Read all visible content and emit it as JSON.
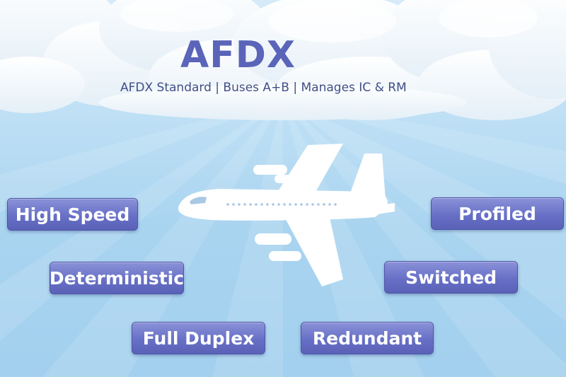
{
  "header": {
    "title": "AFDX",
    "subtitle": "AFDX Standard  |  Buses A+B  |  Manages IC & RM"
  },
  "features": {
    "high_speed": "High Speed",
    "deterministic": "Deterministic",
    "full_duplex": "Full Duplex",
    "redundant": "Redundant",
    "switched": "Switched",
    "profiled": "Profiled"
  },
  "colors": {
    "sky": "#bfe0f5",
    "badge": "#6770c6",
    "title": "#5a64b8"
  },
  "icons": {
    "plane": "airplane-icon",
    "clouds": "clouds-illustration"
  }
}
